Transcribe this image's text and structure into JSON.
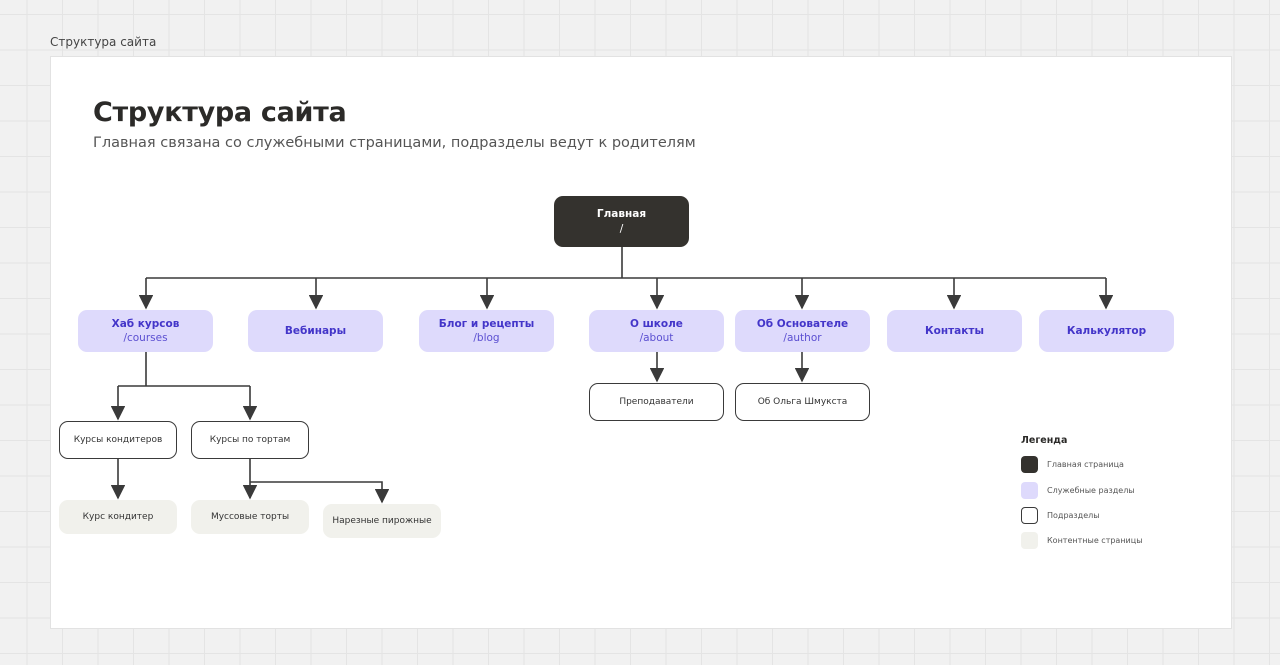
{
  "frame_label": "Структура сайта",
  "title": "Структура сайта",
  "subtitle": "Главная связана со служебными страницами, подразделы ведут к родителям",
  "nodes": {
    "home": {
      "name": "Главная",
      "path": "/"
    },
    "courses": {
      "name": "Хаб курсов",
      "path": "/courses"
    },
    "webinars": {
      "name": "Вебинары",
      "path": ""
    },
    "blog": {
      "name": "Блог и рецепты",
      "path": "/blog"
    },
    "about": {
      "name": "О школе",
      "path": "/about"
    },
    "author": {
      "name": "Об Основателе",
      "path": "/author"
    },
    "contacts": {
      "name": "Контакты",
      "path": ""
    },
    "calculator": {
      "name": "Калькулятор",
      "path": ""
    },
    "pastry_courses": {
      "name": "Курсы кондитеров"
    },
    "cake_courses": {
      "name": "Курсы по тортам"
    },
    "teachers": {
      "name": "Преподаватели"
    },
    "about_olga": {
      "name": "Об Ольга Шмукста"
    },
    "pastry_course": {
      "name": "Курс кондитер"
    },
    "mousse_cakes": {
      "name": "Муссовые торты"
    },
    "sliced_pastries": {
      "name": "Нарезные пирожные"
    }
  },
  "legend": {
    "title": "Легенда",
    "items": [
      {
        "label": "Главная страница",
        "type": "main"
      },
      {
        "label": "Служебные разделы",
        "type": "section"
      },
      {
        "label": "Подразделы",
        "type": "sub"
      },
      {
        "label": "Контентные страницы",
        "type": "content"
      }
    ]
  },
  "colors": {
    "main": "#34322e",
    "section": "#dedafc",
    "section_text": "#4335c9",
    "content": "#f1f1ec",
    "line": "#3a3a3a"
  }
}
